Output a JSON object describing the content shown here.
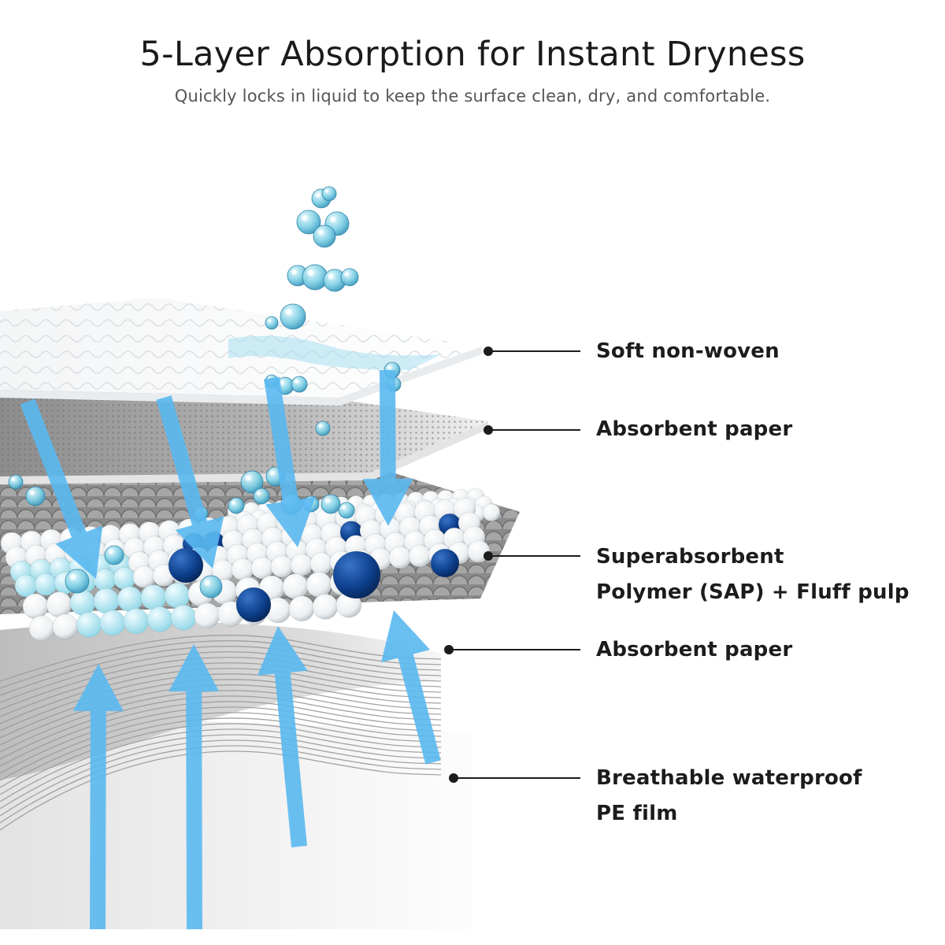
{
  "header": {
    "title": "5-Layer Absorption for Instant Dryness",
    "subtitle": "Quickly locks in liquid to keep the surface clean, dry, and comfortable."
  },
  "layers": [
    {
      "lines": [
        "Soft non-woven"
      ]
    },
    {
      "lines": [
        "Absorbent paper"
      ]
    },
    {
      "lines": [
        "Superabsorbent",
        "Polymer (SAP) + Fluff pulp"
      ]
    },
    {
      "lines": [
        "Absorbent paper"
      ]
    },
    {
      "lines": [
        "Breathable waterproof",
        "PE film"
      ]
    }
  ],
  "colors": {
    "arrow": "#5ab8f0",
    "droplet": "#6cc6e6",
    "sap_dark": "#0b3d8a",
    "sap_light": "#bfe9f2",
    "leader": "#1c1c1c"
  }
}
